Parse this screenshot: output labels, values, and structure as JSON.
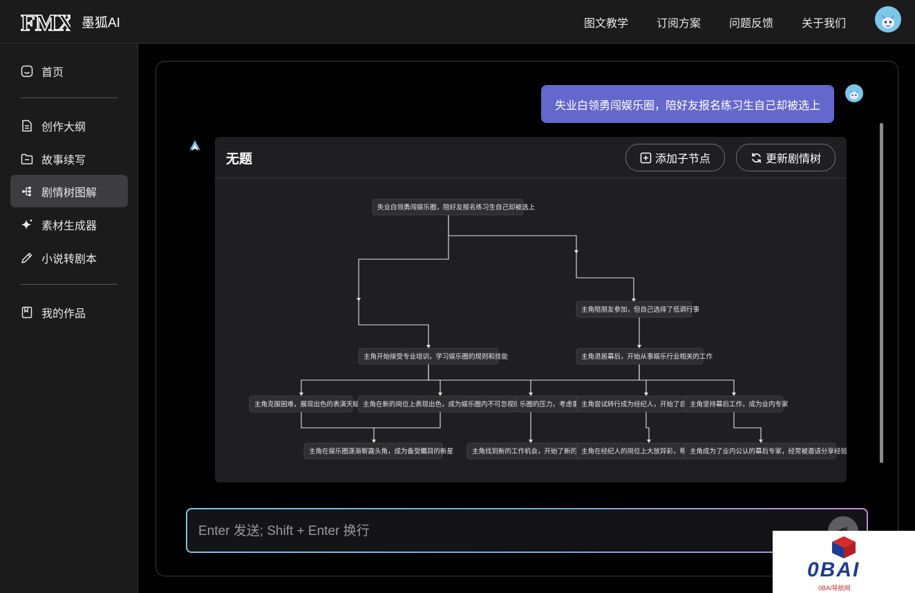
{
  "header": {
    "brand": "墨狐AI",
    "logo_text": "FMX",
    "nav": [
      "图文教学",
      "订阅方案",
      "问题反馈",
      "关于我们"
    ],
    "avatar_icon": "fox-avatar-icon"
  },
  "sidebar": {
    "items": [
      {
        "label": "首页",
        "icon": "home-icon"
      },
      {
        "label": "创作大纲",
        "icon": "document-icon"
      },
      {
        "label": "故事续写",
        "icon": "folder-icon"
      },
      {
        "label": "剧情树图解",
        "icon": "tree-diagram-icon",
        "active": true
      },
      {
        "label": "素材生成器",
        "icon": "sparkle-icon"
      },
      {
        "label": "小说转剧本",
        "icon": "pencil-icon"
      },
      {
        "label": "我的作品",
        "icon": "bookmark-icon"
      }
    ]
  },
  "chat": {
    "user_message": "失业白领勇闯娱乐圈，陪好友报名练习生自己却被选上"
  },
  "tree": {
    "title": "无题",
    "add_child_label": "添加子节点",
    "update_label": "更新剧情树",
    "nodes": [
      "失业白领勇闯娱乐圈，陪好友报名练习生自己却被选上",
      "主角陪朋友参加，但自己选择了低调行事",
      "主角开始接受专业培训，学习娱乐圈的规则和技能",
      "主角退居幕后，开始从事娱乐行业相关的工作",
      "主角克服困难，展现出色的表演天赋",
      "主角在新的岗位上表现出色，成为娱乐圈内不可忽视的力量",
      "乐圈的压力，考虑重新",
      "主角尝试转行成为经纪人，开始了自己的",
      "主角坚持幕后工作，成为业内专家",
      "主角在娱乐圈逐渐崭露头角，成为备受瞩目的新星",
      "主角找到新的工作机会，开始了新的职业",
      "主角在经纪人的岗位上大放异彩，帮助多",
      "主角成为了业内公认的幕后专家，经常被邀请分享经验"
    ]
  },
  "input": {
    "placeholder": "Enter 发送; Shift + Enter 换行"
  },
  "watermark": {
    "text": "0BAI",
    "sub": "0BAI导航网"
  },
  "colors": {
    "accent": "#6468cc",
    "panel": "#1f1f21",
    "sidebar": "#1b1b1c"
  }
}
